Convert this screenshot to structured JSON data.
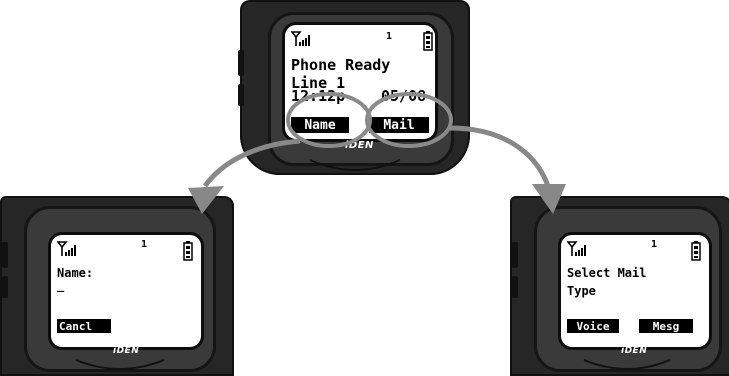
{
  "phones": {
    "top": {
      "line1": "Phone Ready",
      "line2": "Line 1",
      "line3_time": "12:12p",
      "line3_date": "05/08",
      "line_indicator": "1",
      "softkey_left": "Name",
      "softkey_right": "Mail",
      "brand": "iDEN"
    },
    "left": {
      "line1": "Name:",
      "line2": "_",
      "line_indicator": "1",
      "softkey_left": "Cancl",
      "brand": "iDEN"
    },
    "right": {
      "line1": "Select Mail",
      "line2": "Type",
      "line_indicator": "1",
      "softkey_left": "Voice",
      "softkey_right": "Mesg",
      "brand": "iDEN"
    }
  },
  "icons": {
    "signal": "signal-strength-icon",
    "battery": "battery-icon"
  },
  "colors": {
    "arrow": "#888888",
    "phone_body": "#262626",
    "screen": "#ffffff"
  }
}
